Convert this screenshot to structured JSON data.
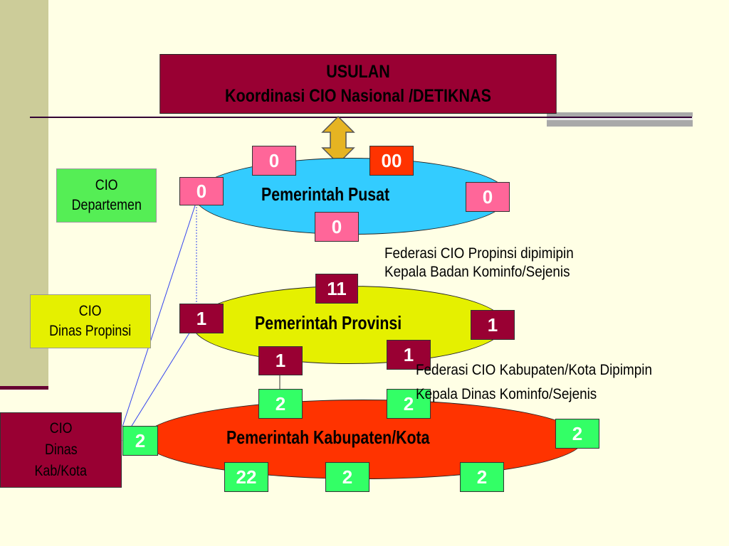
{
  "title": {
    "line1": "USULAN",
    "line2": "Koordinasi CIO Nasional /DETIKNAS"
  },
  "levels": {
    "pusat": {
      "label": "Pemerintah Pusat"
    },
    "provinsi": {
      "label": "Pemerintah Provinsi"
    },
    "kabupaten": {
      "label": "Pemerintah Kabupaten/Kota"
    }
  },
  "cio_boxes": {
    "departemen": {
      "line1": "CIO",
      "line2": "Departemen"
    },
    "propinsi": {
      "line1": "CIO",
      "line2": "Dinas Propinsi"
    },
    "kabkota": {
      "line1": "CIO",
      "line2": "Dinas",
      "line3": "Kab/Kota"
    }
  },
  "notes": {
    "provinsi": {
      "line1": "Federasi CIO Propinsi dipimipin",
      "line2": "Kepala Badan Kominfo/Sejenis"
    },
    "kabupaten": {
      "line1": "Federasi CIO Kabupaten/Kota Dipimpin",
      "line2": "Kepala Dinas Kominfo/Sejenis"
    }
  },
  "nodes": {
    "pusat": [
      "0",
      "00",
      "0",
      "0",
      "0"
    ],
    "provinsi": [
      "11",
      "1",
      "1",
      "1",
      "1"
    ],
    "kabupaten": [
      "2",
      "2",
      "2",
      "2",
      "22",
      "2",
      "2"
    ]
  },
  "colors": {
    "pusat_node": "#ff6699",
    "pusat_node_alt": "#ff3300",
    "provinsi_node": "#990033",
    "kabupaten_node": "#33ff66",
    "arrow": "#e6b422"
  }
}
